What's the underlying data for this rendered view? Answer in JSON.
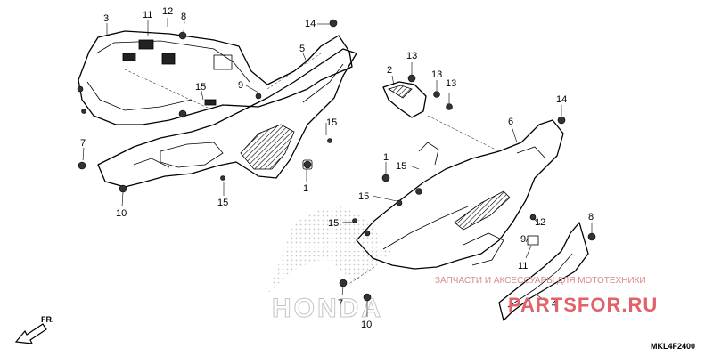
{
  "diagram": {
    "code": "MKL4F2400",
    "direction_label": "FR.",
    "watermark": {
      "caption": "ЗАПЧАСТИ И АКСЕССУАРЫ ДЛЯ МОТОТЕХНИКИ",
      "brand": "PARTSFOR.RU",
      "logo_text": "HONDA"
    },
    "callouts": [
      {
        "id": "c3",
        "label": "3"
      },
      {
        "id": "c11a",
        "label": "11"
      },
      {
        "id": "c12a",
        "label": "12"
      },
      {
        "id": "c8a",
        "label": "8"
      },
      {
        "id": "c14a",
        "label": "14"
      },
      {
        "id": "c5",
        "label": "5"
      },
      {
        "id": "c9",
        "label": "9"
      },
      {
        "id": "c15a",
        "label": "15"
      },
      {
        "id": "c15b",
        "label": "15"
      },
      {
        "id": "c7a",
        "label": "7"
      },
      {
        "id": "c10a",
        "label": "10"
      },
      {
        "id": "c15c",
        "label": "15"
      },
      {
        "id": "c1a",
        "label": "1"
      },
      {
        "id": "c2",
        "label": "2"
      },
      {
        "id": "c13a",
        "label": "13"
      },
      {
        "id": "c13b",
        "label": "13"
      },
      {
        "id": "c13c",
        "label": "13"
      },
      {
        "id": "c14b",
        "label": "14"
      },
      {
        "id": "c6",
        "label": "6"
      },
      {
        "id": "c1b",
        "label": "1"
      },
      {
        "id": "c15d",
        "label": "15"
      },
      {
        "id": "c15e",
        "label": "15"
      },
      {
        "id": "c15f",
        "label": "15"
      },
      {
        "id": "c8b",
        "label": "8"
      },
      {
        "id": "c12b",
        "label": "12"
      },
      {
        "id": "c9b",
        "label": "9"
      },
      {
        "id": "c11b",
        "label": "11"
      },
      {
        "id": "c7b",
        "label": "7"
      },
      {
        "id": "c10b",
        "label": "10"
      },
      {
        "id": "c4",
        "label": "4"
      }
    ]
  }
}
